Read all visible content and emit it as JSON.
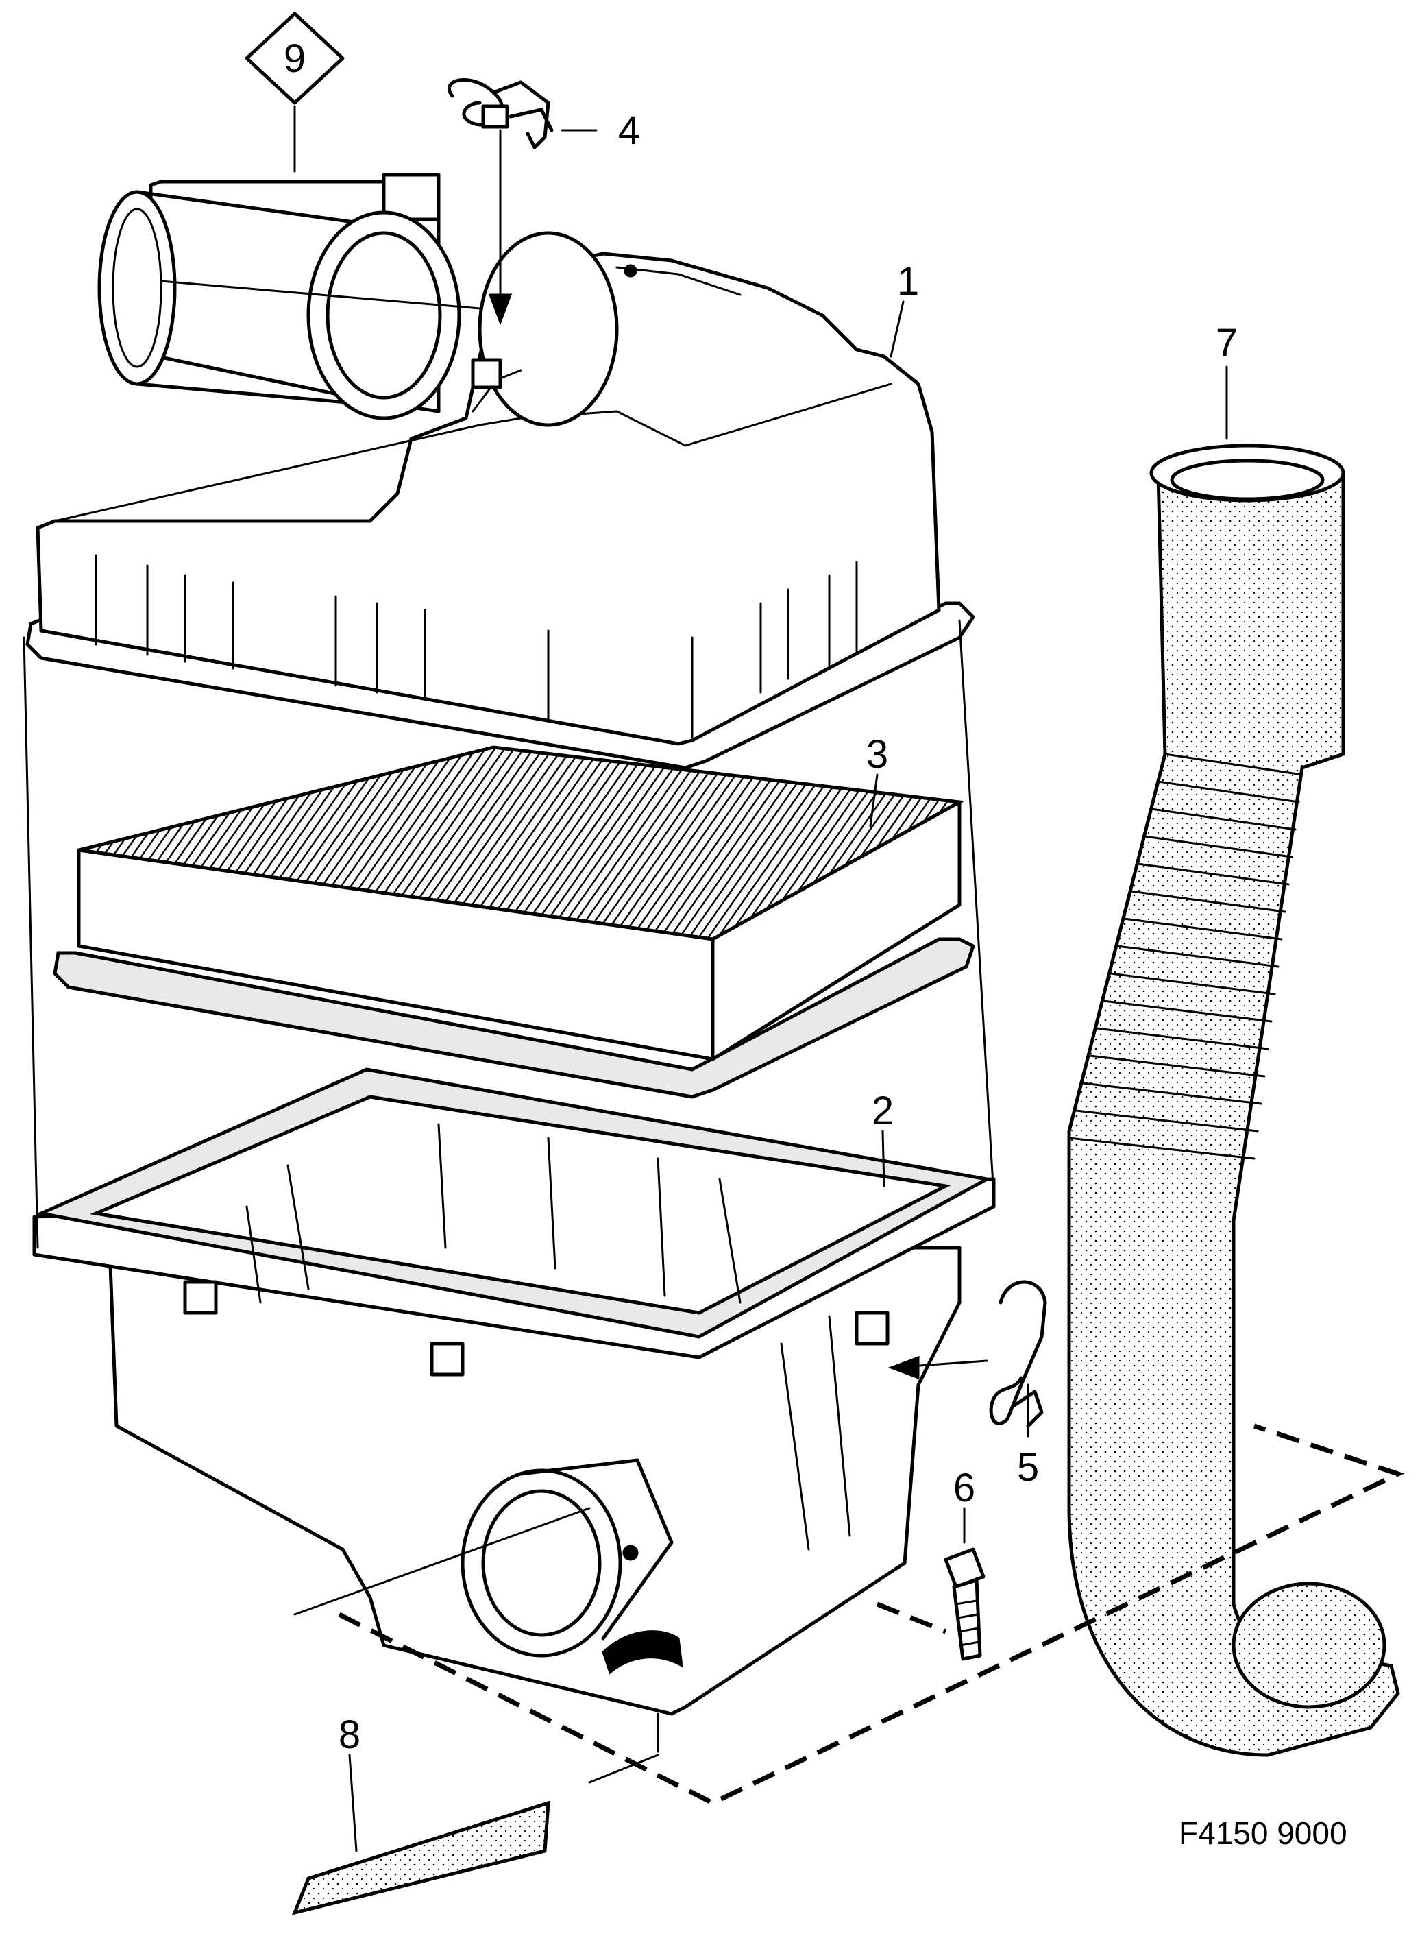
{
  "callouts": {
    "p1": "1",
    "p2": "2",
    "p3": "3",
    "p4": "4",
    "p5": "5",
    "p6": "6",
    "p7": "7",
    "p8": "8",
    "p9": "9"
  },
  "figure_code": "F4150 9000"
}
